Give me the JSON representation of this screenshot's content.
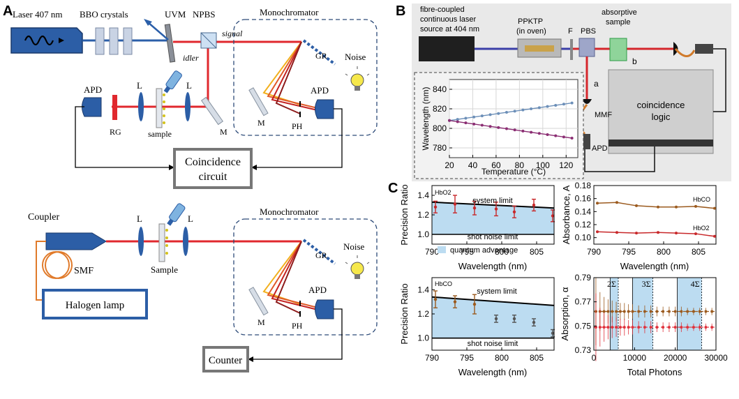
{
  "panelA": {
    "label": "A",
    "top": {
      "laser": "Laser 407 nm",
      "bbo": "BBO crystals",
      "uvm": "UVM",
      "npbs": "NPBS",
      "monochromator": "Monochromator",
      "signal": "signal",
      "idler": "idler",
      "gr": "GR",
      "noise": "Noise",
      "apd_left": "APD",
      "apd_right": "APD",
      "l1": "L",
      "l2": "L",
      "rg": "RG",
      "sample": "sample",
      "m_left": "M",
      "m_mono": "M",
      "ph": "PH",
      "coincidence_line1": "Coincidence",
      "coincidence_line2": "circuit"
    },
    "bottom": {
      "coupler": "Coupler",
      "l1": "L",
      "l2": "L",
      "monochromator": "Monochromator",
      "gr": "GR",
      "noise": "Noise",
      "smf": "SMF",
      "sample": "Sample",
      "halogen": "Halogen lamp",
      "apd": "APD",
      "m": "M",
      "ph": "PH",
      "counter": "Counter"
    }
  },
  "panelB": {
    "label": "B",
    "source_line1": "fibre-coupled",
    "source_line2": "continuous laser",
    "source_line3": "source at 404 nm",
    "ppktp_line1": "PPKTP",
    "ppktp_line2": "(in oven)",
    "f": "F",
    "pbs": "PBS",
    "absorptive_line1": "absorptive",
    "absorptive_line2": "sample",
    "arm_b": "b",
    "arm_a": "a",
    "mmf": "MMF",
    "apd": "APD",
    "coincidence_line1": "coincidence",
    "coincidence_line2": "logic"
  },
  "panelC": {
    "label": "C"
  },
  "chart_data": [
    {
      "type": "line",
      "panel": "B-inset",
      "xlabel": "Temperature (°C)",
      "ylabel": "Wavelength (nm)",
      "xlim": [
        20,
        130
      ],
      "ylim": [
        770,
        850
      ],
      "xticks": [
        "20",
        "40",
        "60",
        "80",
        "100",
        "120"
      ],
      "yticks": [
        "780",
        "800",
        "820",
        "840"
      ],
      "grid": true,
      "series": [
        {
          "color": "#6c8fb8",
          "x": [
            20,
            27,
            34,
            41,
            48,
            55,
            62,
            69,
            76,
            83,
            90,
            97,
            104,
            111,
            118,
            125
          ],
          "y": [
            808,
            809.2,
            810.4,
            811.6,
            812.8,
            814,
            815.2,
            816.4,
            817.6,
            818.8,
            820,
            821.2,
            822.4,
            823.6,
            824.8,
            826
          ]
        },
        {
          "color": "#8b2e73",
          "x": [
            20,
            27,
            34,
            41,
            48,
            55,
            62,
            69,
            76,
            83,
            90,
            97,
            104,
            111,
            118,
            125
          ],
          "y": [
            808,
            806.8,
            805.6,
            804.4,
            803.2,
            802,
            800.8,
            799.6,
            798.4,
            797.2,
            796,
            794.8,
            793.6,
            792.4,
            791.2,
            790
          ]
        }
      ]
    },
    {
      "type": "line",
      "panel": "C-top-left",
      "xlabel": "Wavelength (nm)",
      "ylabel": "Precision Ratio",
      "xlim": [
        790,
        807.5
      ],
      "ylim": [
        0.9,
        1.5
      ],
      "xticks": [
        "790",
        "795",
        "800",
        "805"
      ],
      "yticks": [
        "1.0",
        "1.2",
        "1.4"
      ],
      "corner_label": "HbO2",
      "annotations": [
        "system limit",
        "shot noise limit"
      ],
      "legend": [
        "quantum advantage"
      ],
      "shaded_band": {
        "label": "quantum advantage",
        "color": "#bcdcf1"
      },
      "system_limit": {
        "x": [
          790,
          807.5
        ],
        "y": [
          1.33,
          1.27
        ]
      },
      "series": [
        {
          "color": "#c8282a",
          "x": [
            790.5,
            793.3,
            796.1,
            799.2,
            801.8,
            804.6,
            807.3
          ],
          "y": [
            1.28,
            1.31,
            1.27,
            1.26,
            1.23,
            1.3,
            1.19
          ],
          "err": [
            0.06,
            0.09,
            0.07,
            0.07,
            0.06,
            0.06,
            0.06
          ]
        }
      ]
    },
    {
      "type": "line",
      "panel": "C-top-right",
      "xlabel": "Wavelength (nm)",
      "ylabel": "Absorbance, A",
      "xlim": [
        790,
        807.5
      ],
      "ylim": [
        0.09,
        0.18
      ],
      "xticks": [
        "790",
        "795",
        "800",
        "805"
      ],
      "yticks": [
        "0.10",
        "0.12",
        "0.14",
        "0.16",
        "0.18"
      ],
      "series": [
        {
          "name": "HbCO",
          "color": "#9b5a1e",
          "x": [
            790.5,
            793.3,
            796.1,
            799.2,
            801.8,
            804.6,
            807.3
          ],
          "y": [
            0.153,
            0.154,
            0.149,
            0.147,
            0.147,
            0.148,
            0.145
          ]
        },
        {
          "name": "HbO2",
          "color": "#c8282a",
          "x": [
            790.5,
            793.3,
            796.1,
            799.2,
            801.8,
            804.6,
            807.3
          ],
          "y": [
            0.109,
            0.108,
            0.107,
            0.108,
            0.107,
            0.106,
            0.102
          ]
        }
      ]
    },
    {
      "type": "line",
      "panel": "C-bottom-left",
      "xlabel": "Wavelength (nm)",
      "ylabel": "Precision Ratio",
      "xlim": [
        790,
        807.5
      ],
      "ylim": [
        0.9,
        1.5
      ],
      "xticks": [
        "790",
        "795",
        "800",
        "805"
      ],
      "yticks": [
        "1.0",
        "1.2",
        "1.4"
      ],
      "corner_label": "HbCO",
      "annotations": [
        "system limit",
        "shot noise limit"
      ],
      "system_limit": {
        "x": [
          790,
          807.5
        ],
        "y": [
          1.34,
          1.27
        ]
      },
      "series": [
        {
          "color": "#9b5a1e",
          "x": [
            790.5,
            793.3,
            796.1
          ],
          "y": [
            1.32,
            1.3,
            1.28
          ],
          "err": [
            0.07,
            0.05,
            0.08
          ]
        },
        {
          "color": "#555555",
          "x": [
            799.2,
            801.8,
            804.6,
            807.3
          ],
          "y": [
            1.16,
            1.16,
            1.13,
            1.04
          ],
          "err": [
            0.03,
            0.03,
            0.03,
            0.03
          ]
        }
      ]
    },
    {
      "type": "scatter",
      "panel": "C-bottom-right",
      "xlabel": "Total Photons",
      "ylabel": "Absorption, α",
      "xlim": [
        0,
        30000
      ],
      "ylim": [
        0.73,
        0.79
      ],
      "xticks": [
        "0",
        "10000",
        "20000",
        "30000"
      ],
      "yticks": [
        "0.73",
        "0.75",
        "0.77",
        "0.79"
      ],
      "regions": [
        "2Σ",
        "3Σ",
        "4Σ"
      ],
      "series": [
        {
          "color": "#9b5a1e",
          "mean": 0.762,
          "x": [
            500,
            1500,
            2500,
            3500,
            4500,
            5500,
            6500,
            7500,
            8500,
            9500,
            11000,
            12500,
            14000,
            15500,
            17000,
            18500,
            20000,
            21500,
            23000,
            24500,
            26000,
            27500,
            29000
          ],
          "y": [
            0.762,
            0.762,
            0.762,
            0.762,
            0.762,
            0.762,
            0.762,
            0.762,
            0.762,
            0.762,
            0.762,
            0.762,
            0.762,
            0.762,
            0.762,
            0.762,
            0.762,
            0.762,
            0.762,
            0.762,
            0.762,
            0.762,
            0.762
          ],
          "err": [
            0.028,
            0.016,
            0.012,
            0.01,
            0.009,
            0.008,
            0.007,
            0.007,
            0.006,
            0.006,
            0.005,
            0.005,
            0.005,
            0.004,
            0.004,
            0.004,
            0.004,
            0.004,
            0.003,
            0.003,
            0.003,
            0.003,
            0.003
          ]
        },
        {
          "color": "#e0323c",
          "mean": 0.749,
          "x": [
            500,
            1500,
            2500,
            3500,
            4500,
            5500,
            6500,
            7500,
            8500,
            9500,
            11000,
            12500,
            14000,
            15500,
            17000,
            18500,
            20000,
            21500,
            23000,
            24500,
            26000,
            27500,
            29000
          ],
          "y": [
            0.749,
            0.749,
            0.749,
            0.749,
            0.749,
            0.749,
            0.749,
            0.749,
            0.749,
            0.749,
            0.749,
            0.749,
            0.749,
            0.749,
            0.749,
            0.749,
            0.749,
            0.749,
            0.749,
            0.749,
            0.749,
            0.749,
            0.749
          ],
          "err": [
            0.028,
            0.016,
            0.012,
            0.01,
            0.009,
            0.008,
            0.007,
            0.007,
            0.006,
            0.006,
            0.005,
            0.005,
            0.005,
            0.004,
            0.004,
            0.004,
            0.004,
            0.004,
            0.003,
            0.003,
            0.003,
            0.003,
            0.003
          ]
        }
      ]
    }
  ]
}
